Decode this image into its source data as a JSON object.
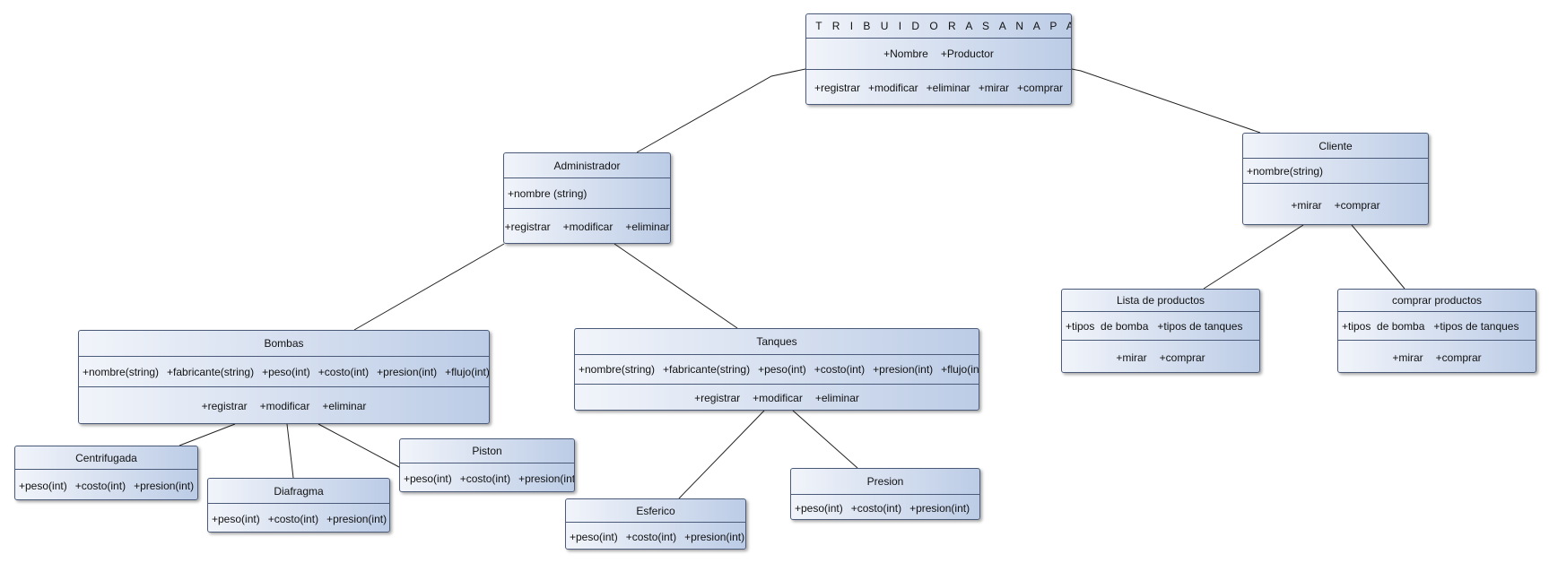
{
  "diagram": {
    "distribuidora": {
      "name": "D I S T R I B U I D O R A   S A N A P A J U",
      "attributes": [
        "+Nombre",
        "+Productor"
      ],
      "methods": [
        "+registrar",
        "+modificar",
        "+eliminar",
        "+mirar",
        "+comprar"
      ]
    },
    "administrador": {
      "name": "Administrador",
      "attributes": [
        "+nombre (string)"
      ],
      "methods": [
        "+registrar",
        "+modificar",
        "+eliminar"
      ]
    },
    "cliente": {
      "name": "Cliente",
      "attributes": [
        "+nombre(string)"
      ],
      "methods": [
        "+mirar",
        "+comprar"
      ]
    },
    "bombas": {
      "name": "Bombas",
      "attributes": [
        "+nombre(string)",
        "+fabricante(string)",
        "+peso(int)",
        "+costo(int)",
        "+presion(int)",
        "+flujo(int)"
      ],
      "methods": [
        "+registrar",
        "+modificar",
        "+eliminar"
      ]
    },
    "tanques": {
      "name": "Tanques",
      "attributes": [
        "+nombre(string)",
        "+fabricante(string)",
        "+peso(int)",
        "+costo(int)",
        "+presion(int)",
        "+flujo(int)"
      ],
      "methods": [
        "+registrar",
        "+modificar",
        "+eliminar"
      ]
    },
    "lista_productos": {
      "name": "Lista de productos",
      "attributes": [
        "+tipos  de bomba",
        "+tipos de tanques"
      ],
      "methods": [
        "+mirar",
        "+comprar"
      ]
    },
    "comprar_productos": {
      "name": "comprar productos",
      "attributes": [
        "+tipos  de bomba",
        "+tipos de tanques"
      ],
      "methods": [
        "+mirar",
        "+comprar"
      ]
    },
    "centrifugada": {
      "name": "Centrifugada",
      "attributes": [
        "+peso(int)",
        "+costo(int)",
        "+presion(int)"
      ]
    },
    "diafragma": {
      "name": "Diafragma",
      "attributes": [
        "+peso(int)",
        "+costo(int)",
        "+presion(int)"
      ]
    },
    "piston": {
      "name": "Piston",
      "attributes": [
        "+peso(int)",
        "+costo(int)",
        "+presion(int)"
      ]
    },
    "esferico": {
      "name": "Esferico",
      "attributes": [
        "+peso(int)",
        "+costo(int)",
        "+presion(int)"
      ]
    },
    "presion": {
      "name": "Presion",
      "attributes": [
        "+peso(int)",
        "+costo(int)",
        "+presion(int)"
      ]
    }
  }
}
